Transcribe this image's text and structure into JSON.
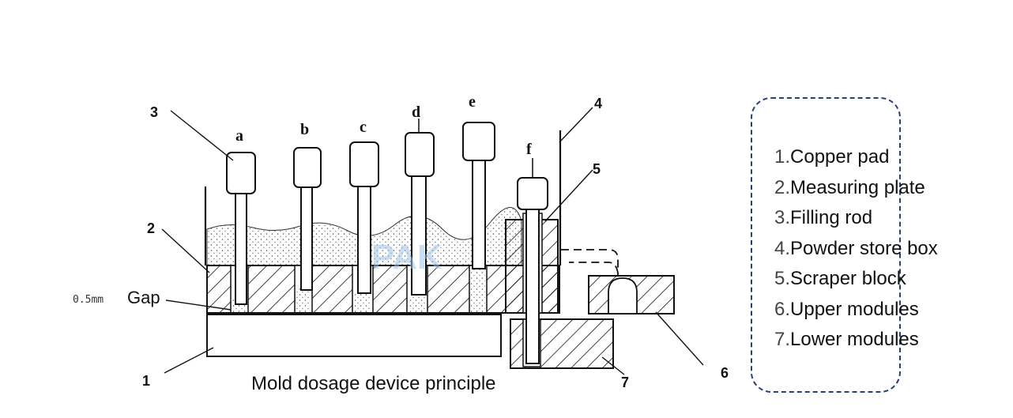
{
  "diagram": {
    "rod_labels": [
      "a",
      "b",
      "c",
      "d",
      "e",
      "f"
    ],
    "callout_numbers": [
      "1",
      "2",
      "3",
      "4",
      "5",
      "6",
      "7"
    ],
    "gap_label_small": "0.5mm",
    "gap_label_word": "Gap",
    "watermark": "PAK",
    "caption": "Mold dosage device principle"
  },
  "legend": {
    "items": [
      {
        "num": "1.",
        "text": "Copper pad"
      },
      {
        "num": "2.",
        "text": "Measuring plate"
      },
      {
        "num": "3.",
        "text": "Filling rod"
      },
      {
        "num": "4.",
        "text": "Powder store box"
      },
      {
        "num": "5.",
        "text": "Scraper block"
      },
      {
        "num": "6.",
        "text": "Upper modules"
      },
      {
        "num": "7.",
        "text": "Lower modules"
      }
    ]
  },
  "colors": {
    "line": "#111111",
    "legend_border": "#2a3f78",
    "watermark": "#9ec3e6"
  }
}
